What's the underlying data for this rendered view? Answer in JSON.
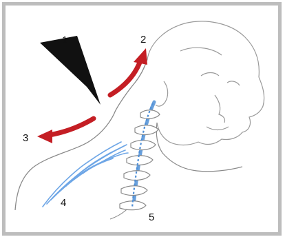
{
  "figure": {
    "labels": {
      "l1": "1",
      "l2": "2",
      "l3": "3",
      "l4": "4",
      "l5": "5"
    },
    "colors": {
      "arrow_red": "#c41e24",
      "force_black": "#111111",
      "spine_blue": "#4f8fd6",
      "muscle_blue": "#6ea6e6",
      "sketch_gray": "#8a8a8a",
      "frame_gray": "#bdbdbd"
    }
  }
}
